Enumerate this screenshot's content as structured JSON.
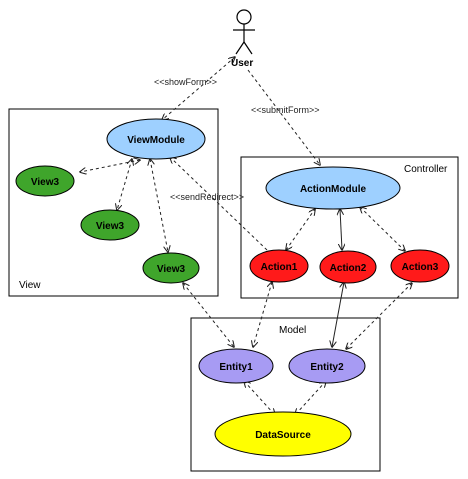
{
  "actor": {
    "label": "User"
  },
  "packages": {
    "view": {
      "label": "View"
    },
    "controller": {
      "label": "Controller"
    },
    "model": {
      "label": "Model"
    }
  },
  "nodes": {
    "view_module": "ViewModule",
    "view3_a": "View3",
    "view3_b": "View3",
    "view3_c": "View3",
    "action_module": "ActionModule",
    "action1": "Action1",
    "action2": "Action2",
    "action3": "Action3",
    "entity1": "Entity1",
    "entity2": "Entity2",
    "datasource": "DataSource"
  },
  "edges": {
    "show_form": "<<showForm>>",
    "submit_form": "<<submitForm>>",
    "send_redirect": "<<sendRedirect>>"
  },
  "colors": {
    "view_module": "#9ed0ff",
    "action_module": "#9ed0ff",
    "view": "#3fa52b",
    "action": "#ff1a1a",
    "entity": "#a79bf3",
    "datasource": "#ffff00"
  }
}
